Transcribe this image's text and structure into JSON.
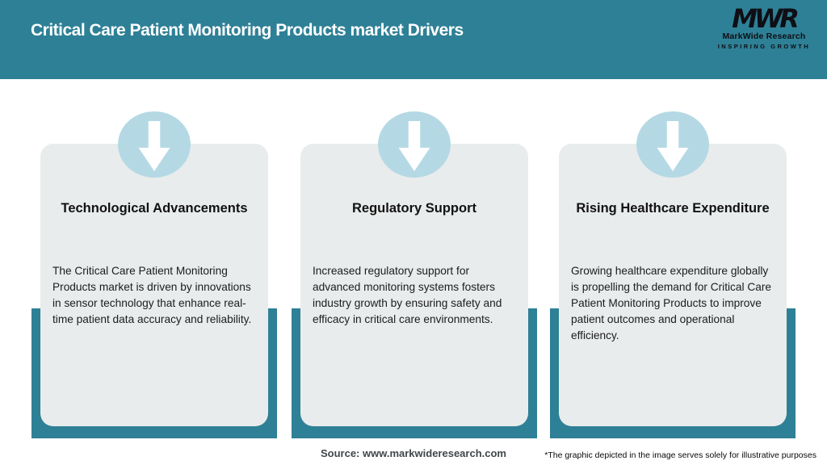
{
  "header": {
    "title": "Critical Care Patient Monitoring Products market Drivers",
    "logo": {
      "mark": "MWR",
      "name": "MarkWide Research",
      "tagline": "INSPIRING GROWTH"
    }
  },
  "cards": [
    {
      "icon": "down-arrow",
      "title": "Technological Advancements",
      "body": "The Critical Care Patient Monitoring Products market is driven by innovations in sensor technology that enhance real-time patient data accuracy and reliability."
    },
    {
      "icon": "down-arrow",
      "title": "Regulatory Support",
      "body": "Increased regulatory support for advanced monitoring systems fosters industry growth by ensuring safety and efficacy in critical care environments."
    },
    {
      "icon": "down-arrow",
      "title": "Rising Healthcare Expenditure",
      "body": "Growing healthcare expenditure globally is propelling the demand for Critical Care Patient Monitoring Products to improve patient outcomes and operational efficiency."
    }
  ],
  "footer": {
    "source": "Source: www.markwideresearch.com",
    "disclaimer": "*The graphic depicted in the image serves solely for illustrative purposes"
  },
  "colors": {
    "teal": "#2e8096",
    "circle_blue": "#b5d9e4",
    "card_background": "#e9ecec",
    "header_text": "#ffffff",
    "body_text": "#1c1c1c"
  }
}
